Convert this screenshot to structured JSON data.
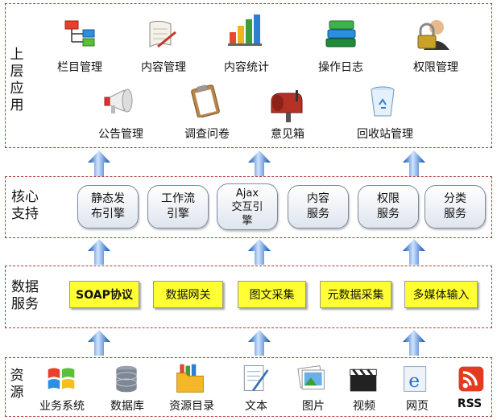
{
  "layers": {
    "top": {
      "title_chars": [
        "上",
        "层",
        "应",
        "用"
      ],
      "items_row1": [
        {
          "label": "栏目管理",
          "icon": "sitemap-icon"
        },
        {
          "label": "内容管理",
          "icon": "scroll-pen-icon"
        },
        {
          "label": "内容统计",
          "icon": "bar-chart-icon"
        },
        {
          "label": "操作日志",
          "icon": "books-icon"
        },
        {
          "label": "权限管理",
          "icon": "user-lock-icon"
        }
      ],
      "items_row2": [
        {
          "label": "公告管理",
          "icon": "megaphone-icon"
        },
        {
          "label": "调查问卷",
          "icon": "clipboard-icon"
        },
        {
          "label": "意见箱",
          "icon": "mailbox-icon"
        },
        {
          "label": "回收站管理",
          "icon": "recycle-bin-icon"
        }
      ]
    },
    "core": {
      "title_lines": [
        "核心",
        "支持"
      ],
      "modules": [
        "静态发\n布引擎",
        "工作流\n引擎",
        "Ajax\n交互引\n擎",
        "内容\n服务",
        "权限\n服务",
        "分类\n服务"
      ]
    },
    "data": {
      "title_lines": [
        "数据",
        "服务"
      ],
      "boxes": [
        "SOAP协议",
        "数据网关",
        "图文采集",
        "元数据采集",
        "多媒体输入"
      ]
    },
    "resources": {
      "title_chars": [
        "资",
        "源"
      ],
      "items": [
        {
          "label": "业务系统",
          "icon": "windows-logo-icon"
        },
        {
          "label": "数据库",
          "icon": "database-icon"
        },
        {
          "label": "资源目录",
          "icon": "folder-icon"
        },
        {
          "label": "文本",
          "icon": "document-icon"
        },
        {
          "label": "图片",
          "icon": "picture-icon"
        },
        {
          "label": "视频",
          "icon": "clapperboard-icon"
        },
        {
          "label": "网页",
          "icon": "browser-icon"
        },
        {
          "label": "RSS",
          "icon": "rss-icon"
        }
      ]
    }
  },
  "colors": {
    "border": "#b03a3a",
    "highlight": "#ffff33",
    "arrow": "#1a6fd6"
  }
}
